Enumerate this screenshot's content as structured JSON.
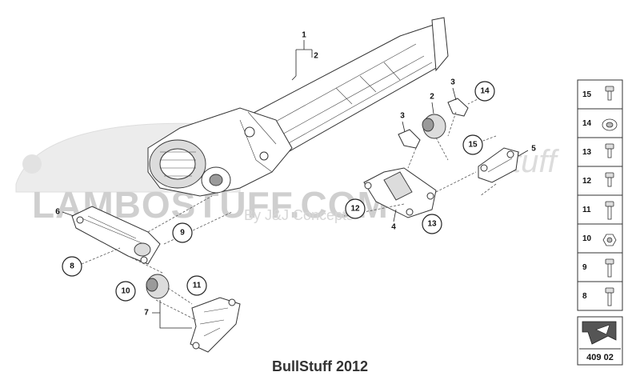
{
  "watermark": {
    "main_text": "LAMBOSTUFF.COM",
    "subtext": "By J&J Concepts",
    "script_text": "stuff"
  },
  "callouts": {
    "circled": [
      "9",
      "8",
      "10",
      "11",
      "12",
      "13",
      "14",
      "15"
    ],
    "plain": [
      "1",
      "2",
      "3",
      "3",
      "2",
      "4",
      "5",
      "6",
      "7"
    ]
  },
  "legend": {
    "items": [
      "15",
      "14",
      "13",
      "12",
      "11",
      "10",
      "9",
      "8"
    ],
    "icons": [
      "bolt-icon",
      "washer-icon",
      "flange-bolt-icon",
      "screw-icon",
      "long-bolt-icon",
      "nut-icon",
      "stud-bolt-icon",
      "long-screw-icon"
    ]
  },
  "reference_label": "409 02",
  "footer": "BullStuff 2012"
}
